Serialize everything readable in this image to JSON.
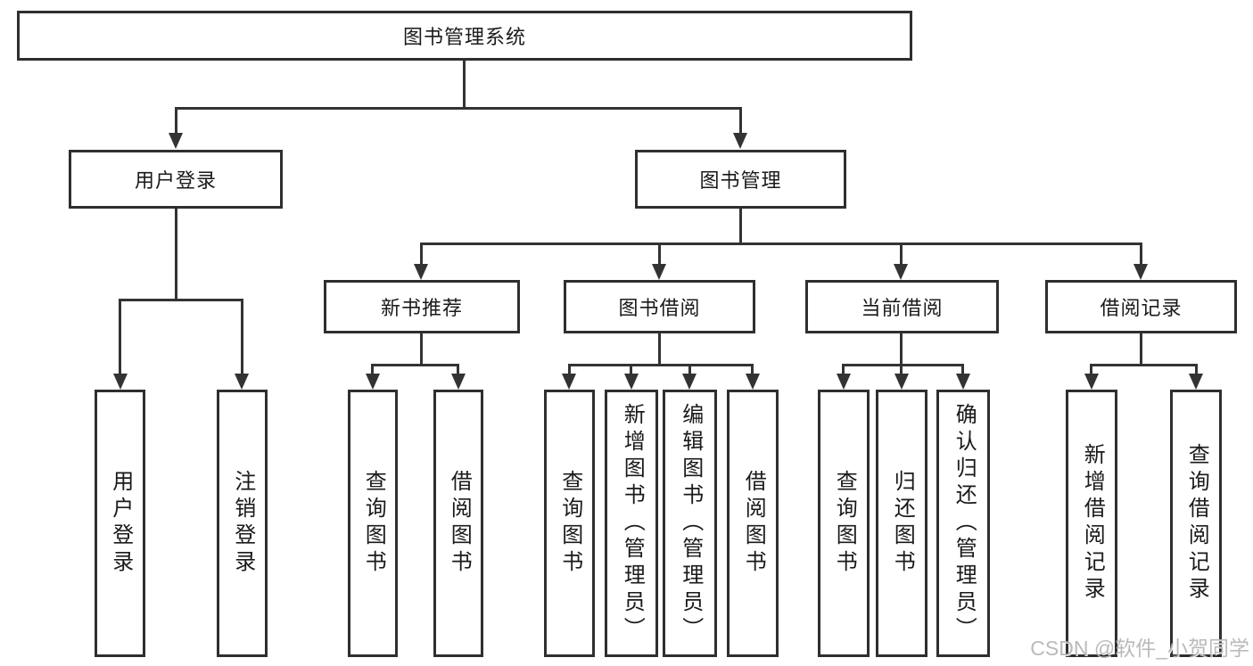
{
  "diagram": {
    "type": "hierarchy-flowchart",
    "root": "图书管理系统",
    "branches": [
      {
        "label": "用户登录",
        "children": [
          "用户登录",
          "注销登录"
        ]
      },
      {
        "label": "图书管理",
        "groups": [
          {
            "label": "新书推荐",
            "children": [
              "查询图书",
              "借阅图书"
            ]
          },
          {
            "label": "图书借阅",
            "children": [
              "查询图书",
              "新增图书（管理员）",
              "编辑图书（管理员）",
              "借阅图书"
            ]
          },
          {
            "label": "当前借阅",
            "children": [
              "查询图书",
              "归还图书",
              "确认归还（管理员）"
            ]
          },
          {
            "label": "借阅记录",
            "children": [
              "新增借阅记录",
              "查询借阅记录"
            ]
          }
        ]
      }
    ],
    "colors": {
      "line": "#333333",
      "box_border": "#2f2f2f",
      "box_fill": "#ffffff",
      "text": "#1a1a1a",
      "watermark": "#b3b3b3"
    }
  },
  "watermark": "CSDN @软件_小贺同学"
}
